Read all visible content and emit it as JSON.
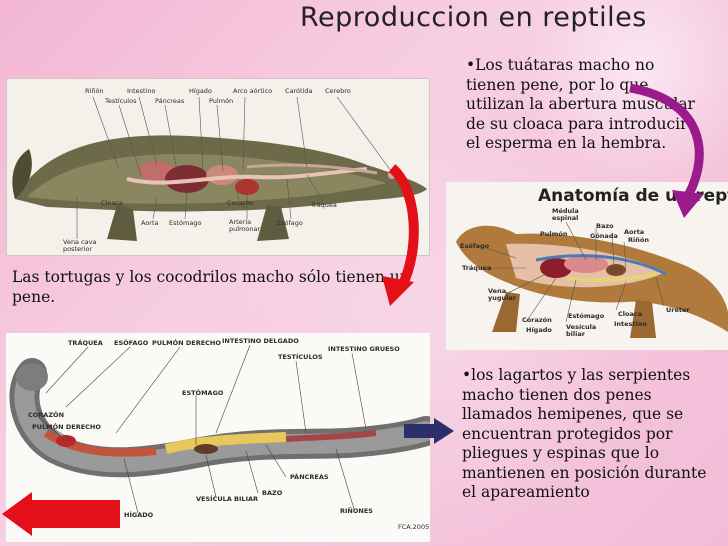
{
  "slide": {
    "title": "Reproduccion en reptiles",
    "tuataras_text": "•Los tuátaras macho no tienen pene, por lo que utilizan la abertura muscular de su cloaca para introducir el esperma en la hembra.",
    "tortugas_text": "Las tortugas y los cocodrilos macho sólo tienen un pene.",
    "lagartos_text": "•los lagartos y las serpientes macho tienen dos penes llamados hemipenes, que se encuentran protegidos por pliegues y espinas que lo mantienen en posición durante el apareamiento"
  },
  "crocodile_diagram": {
    "labels": [
      "Riñón",
      "Intestino",
      "Hígado",
      "Arco aórtico",
      "Carótida",
      "Cerebro",
      "Testículos",
      "Páncreas",
      "Pulmón",
      "Cloaca",
      "Aorta",
      "Estómago",
      "Corazón",
      "Arteria pulmonar",
      "Esófago",
      "Tráquea",
      "Vena cava posterior"
    ]
  },
  "lizard_diagram": {
    "title": "Anatomía de un reptil",
    "labels": [
      "Médula espinal",
      "Bazo",
      "Pulmón",
      "Gónada",
      "Aorta",
      "Riñón",
      "Esófago",
      "Tráquea",
      "Vena yugular",
      "Corazón",
      "Estómago",
      "Cloaca",
      "Hígado",
      "Vesícula biliar",
      "Intestino",
      "Uréter"
    ]
  },
  "snake_diagram": {
    "labels": [
      "TRÁQUEA",
      "ESÓFAGO",
      "PULMÓN DERECHO",
      "INTESTINO DELGADO",
      "TESTÍCULOS",
      "INTESTINO GRUESO",
      "ESTÓMAGO",
      "CORAZÓN",
      "PULMÓN DERECHO",
      "PÁNCREAS",
      "BAZO",
      "VESÍCULA BILIAR",
      "HÍGADO",
      "RIÑONES",
      "FCA.2005"
    ]
  },
  "colors": {
    "background": "#f4bfd8",
    "arrow_red": "#e3101a",
    "arrow_purple": "#9b1b8d",
    "arrow_navy": "#2b2f6b"
  },
  "icons": [
    "curved-arrow-red-icon",
    "curved-arrow-purple-icon",
    "right-arrow-navy-icon",
    "left-arrow-red-icon"
  ]
}
